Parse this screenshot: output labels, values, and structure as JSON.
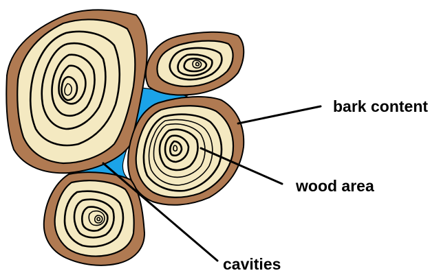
{
  "labels": {
    "bark": "bark content",
    "wood": "wood area",
    "cavities": "cavities"
  },
  "colors": {
    "bark": "#b07a52",
    "wood": "#f4e9c1",
    "cavity": "#1ba3e8",
    "outline": "#000000"
  }
}
